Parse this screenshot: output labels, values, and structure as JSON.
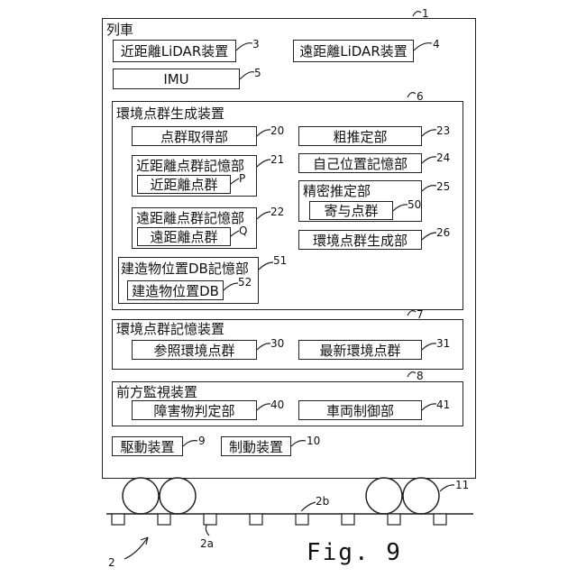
{
  "train": {
    "label": "列車",
    "ref": "1"
  },
  "near_lidar": {
    "label": "近距離LiDAR装置",
    "ref": "3"
  },
  "far_lidar": {
    "label": "遠距離LiDAR装置",
    "ref": "4"
  },
  "imu": {
    "label": "IMU",
    "ref": "5"
  },
  "env_gen_device": {
    "label": "環境点群生成装置",
    "ref": "6",
    "acquire": {
      "label": "点群取得部",
      "ref": "20"
    },
    "near_storage": {
      "label": "近距離点群記憶部",
      "ref": "21",
      "inner_label": "近距離点群",
      "inner_ref": "P"
    },
    "far_storage": {
      "label": "遠距離点群記憶部",
      "ref": "22",
      "inner_label": "遠距離点群",
      "inner_ref": "Q"
    },
    "building_storage": {
      "label": "建造物位置DB記憶部",
      "ref": "51",
      "inner_label": "建造物位置DB",
      "inner_ref": "52"
    },
    "coarse": {
      "label": "粗推定部",
      "ref": "23"
    },
    "self_pos": {
      "label": "自己位置記憶部",
      "ref": "24"
    },
    "precise": {
      "label": "精密推定部",
      "ref": "25",
      "inner_label": "寄与点群",
      "inner_ref": "50"
    },
    "env_gen_unit": {
      "label": "環境点群生成部",
      "ref": "26"
    }
  },
  "env_storage_device": {
    "label": "環境点群記憶装置",
    "ref": "7",
    "reference": {
      "label": "参照環境点群",
      "ref": "30"
    },
    "latest": {
      "label": "最新環境点群",
      "ref": "31"
    }
  },
  "monitor_device": {
    "label": "前方監視装置",
    "ref": "8",
    "obstacle": {
      "label": "障害物判定部",
      "ref": "40"
    },
    "vehicle_ctrl": {
      "label": "車両制御部",
      "ref": "41"
    }
  },
  "drive": {
    "label": "駆動装置",
    "ref": "9"
  },
  "brake": {
    "label": "制動装置",
    "ref": "10"
  },
  "wheels_ref": "11",
  "sleeper_ref": "2a",
  "rail_ref": "2b",
  "track_ref": "2",
  "figure_label": "Fig. 9"
}
